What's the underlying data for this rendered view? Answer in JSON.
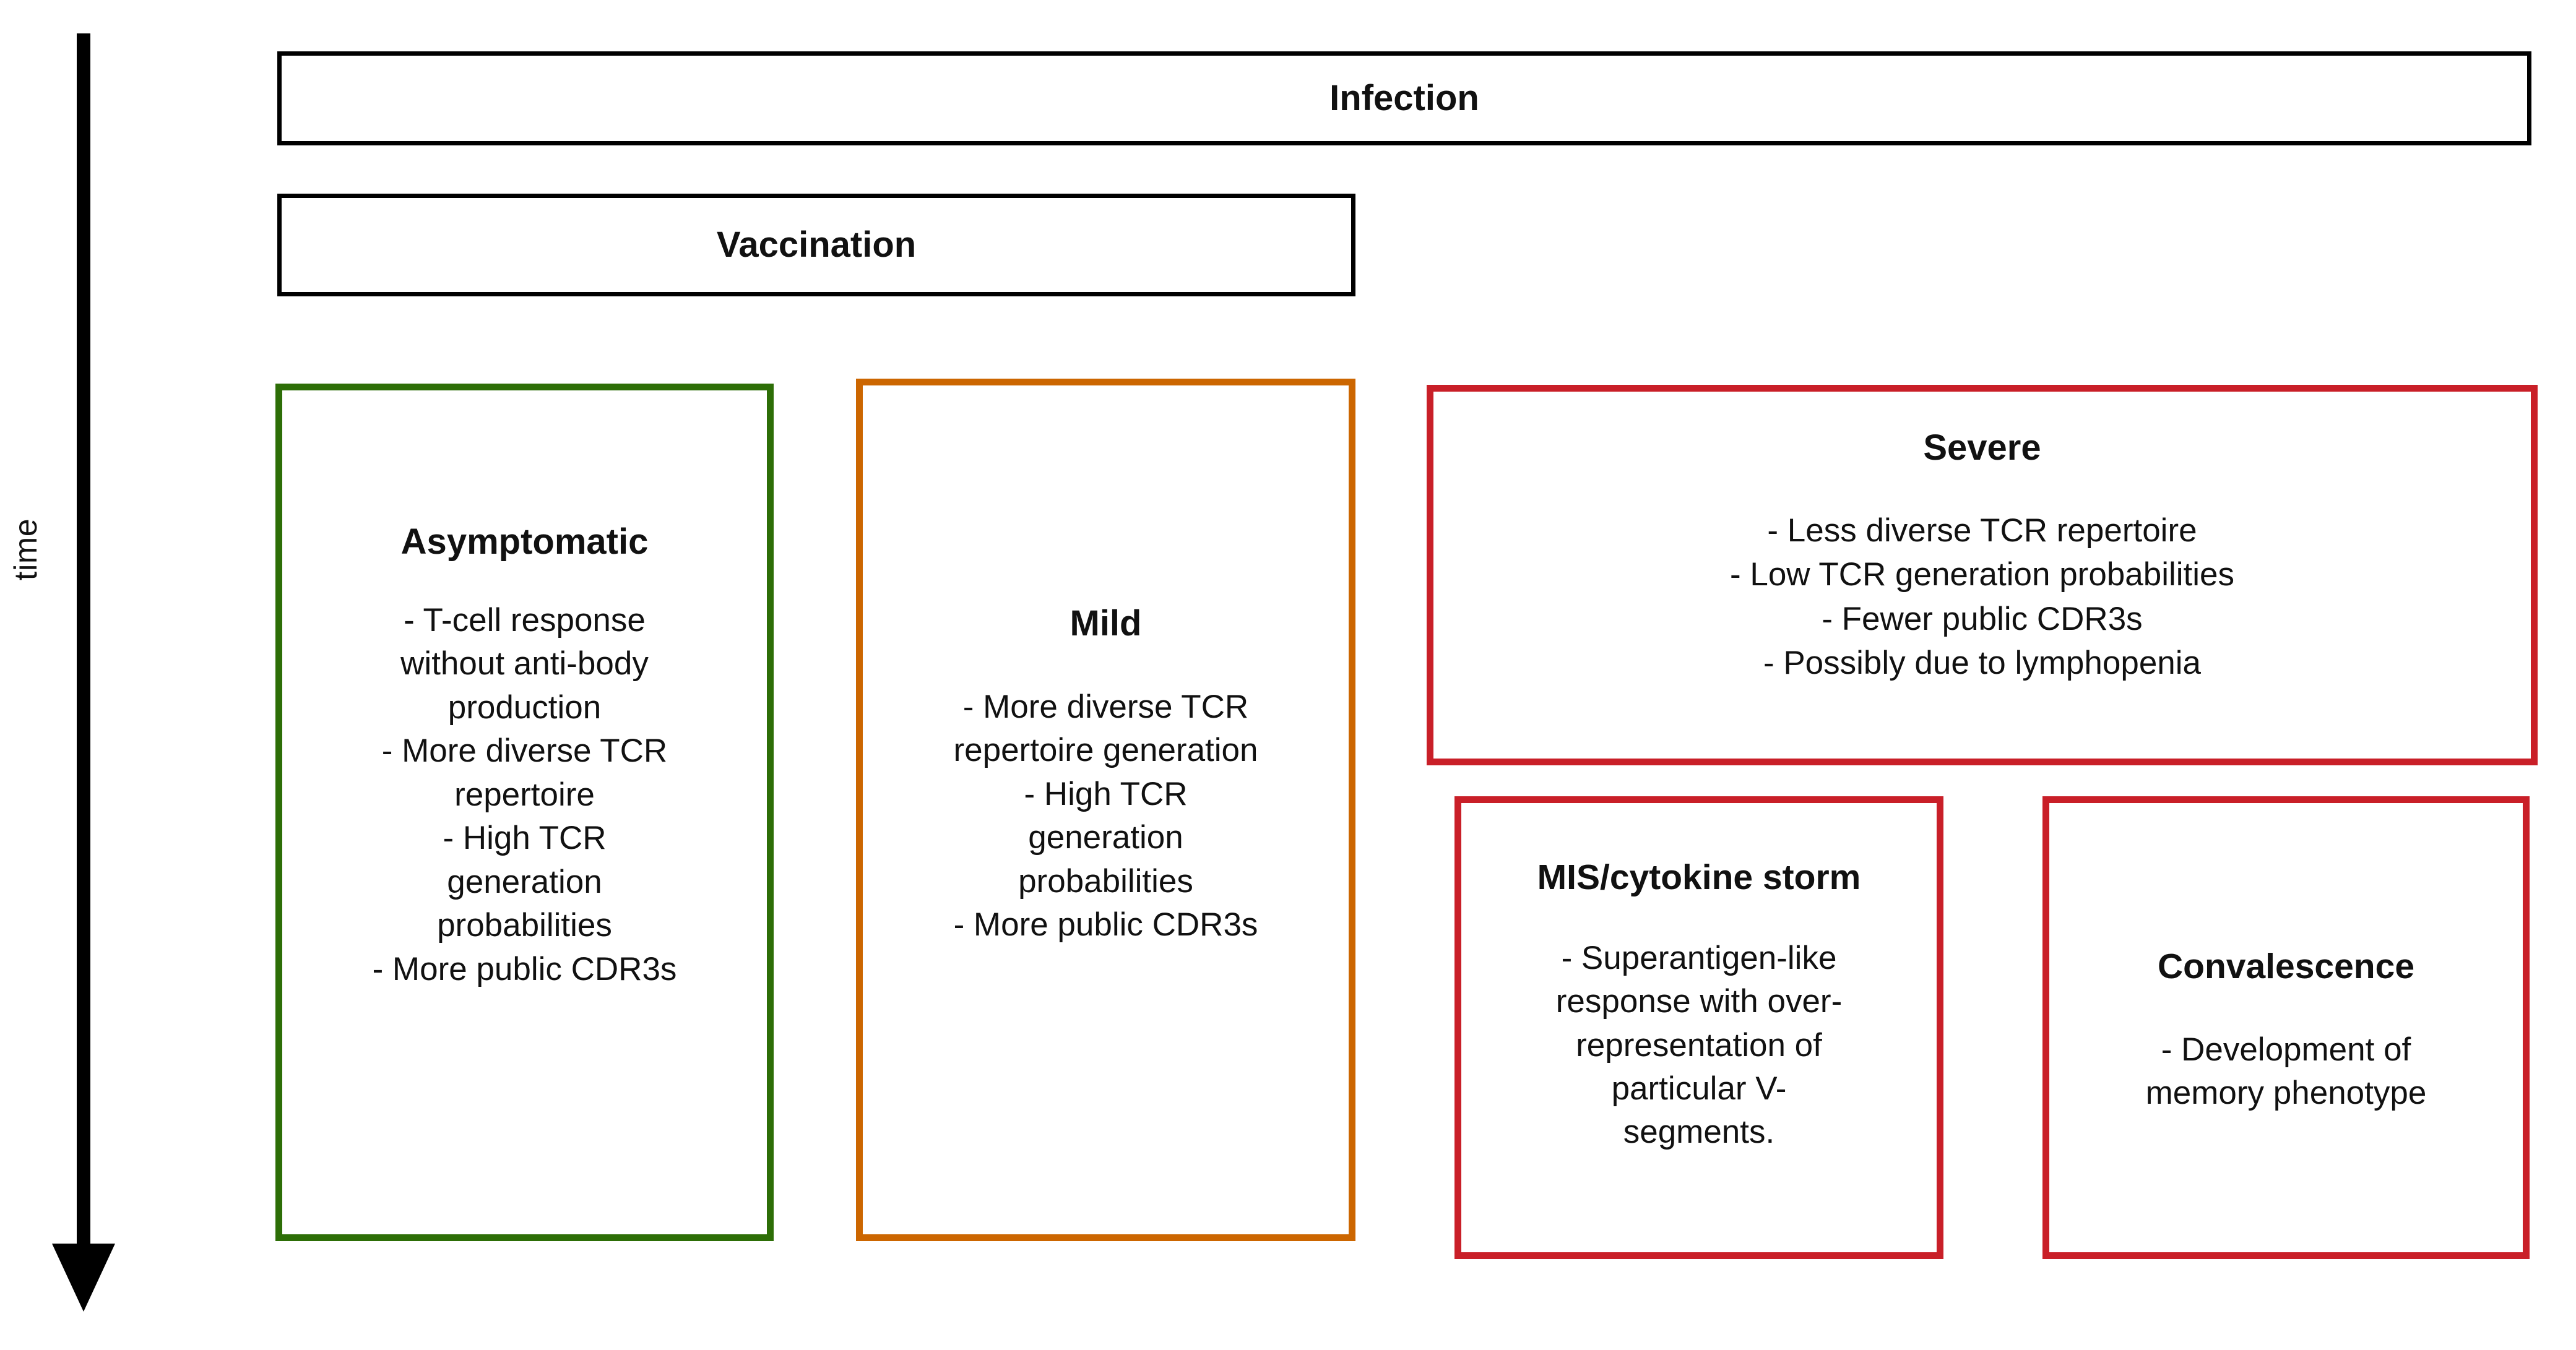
{
  "diagram": {
    "timeline": {
      "label": "time",
      "direction": "downward",
      "axis_color": "#000000"
    },
    "banners": [
      {
        "id": "infection",
        "label": "Infection",
        "border_color": "#000000"
      },
      {
        "id": "vaccination",
        "label": "Vaccination",
        "border_color": "#000000"
      }
    ],
    "outcome_boxes": [
      {
        "id": "asymptomatic",
        "title": "Asymptomatic",
        "border_color": "#2d6e07",
        "bullets": [
          "- T-cell response",
          "without anti-body",
          "production",
          "- More diverse TCR",
          "repertoire",
          "- High TCR",
          "generation",
          "probabilities",
          "- More public CDR3s"
        ]
      },
      {
        "id": "mild",
        "title": "Mild",
        "border_color": "#cc6600",
        "bullets": [
          "- More diverse TCR",
          "repertoire generation",
          "- High TCR",
          "generation",
          "probabilities",
          "- More public CDR3s"
        ]
      },
      {
        "id": "severe",
        "title": "Severe",
        "border_color": "#c91f28",
        "bullets": [
          "- Less diverse TCR repertoire",
          "- Low TCR generation probabilities",
          "- Fewer public CDR3s",
          "- Possibly due to lymphopenia"
        ]
      },
      {
        "id": "mis-cytokine-storm",
        "title": "MIS/cytokine storm",
        "border_color": "#c91f28",
        "bullets": [
          "- Superantigen-like",
          "response with over-",
          "representation of",
          "particular V-",
          "segments."
        ]
      },
      {
        "id": "convalescence",
        "title": "Convalescence",
        "border_color": "#c91f28",
        "bullets": [
          "- Development of",
          "memory phenotype"
        ]
      }
    ]
  }
}
